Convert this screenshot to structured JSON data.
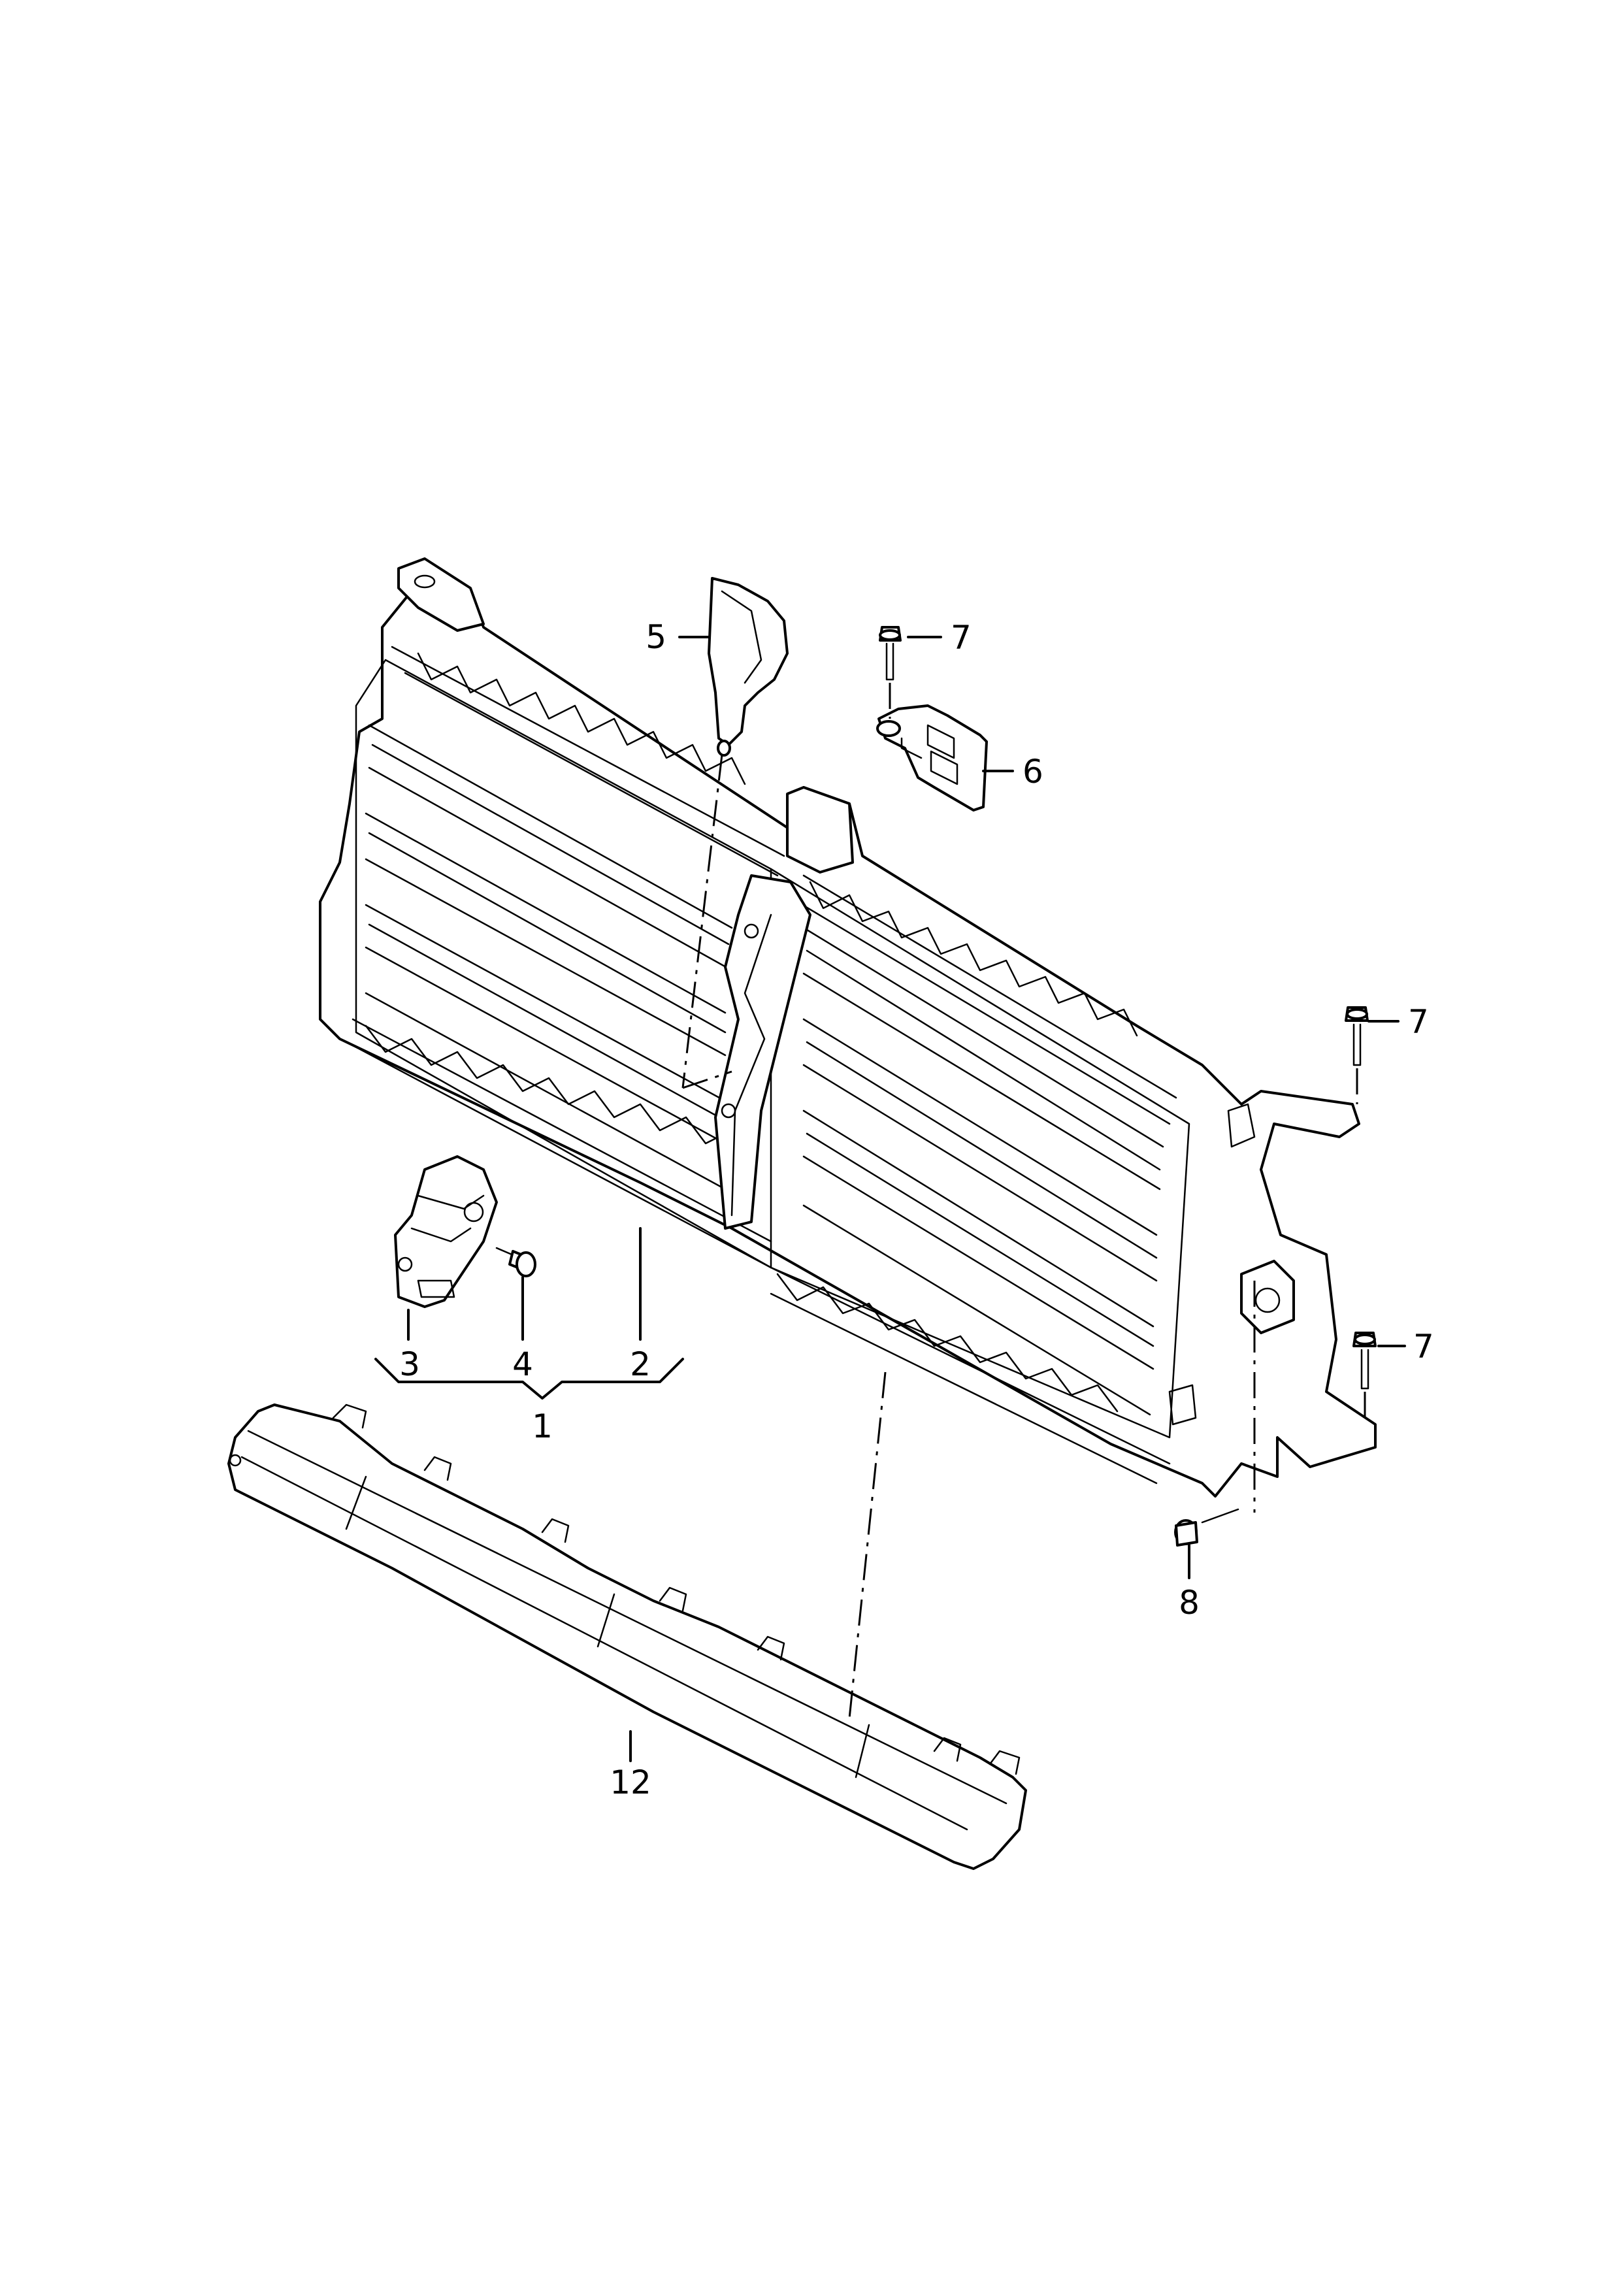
{
  "callouts": {
    "c1": "1",
    "c2": "2",
    "c3": "3",
    "c4": "4",
    "c5": "5",
    "c6": "6",
    "c7a": "7",
    "c7b": "7",
    "c7c": "7",
    "c8": "8",
    "c12": "12"
  },
  "colors": {
    "line": "#000000",
    "background": "#ffffff"
  }
}
